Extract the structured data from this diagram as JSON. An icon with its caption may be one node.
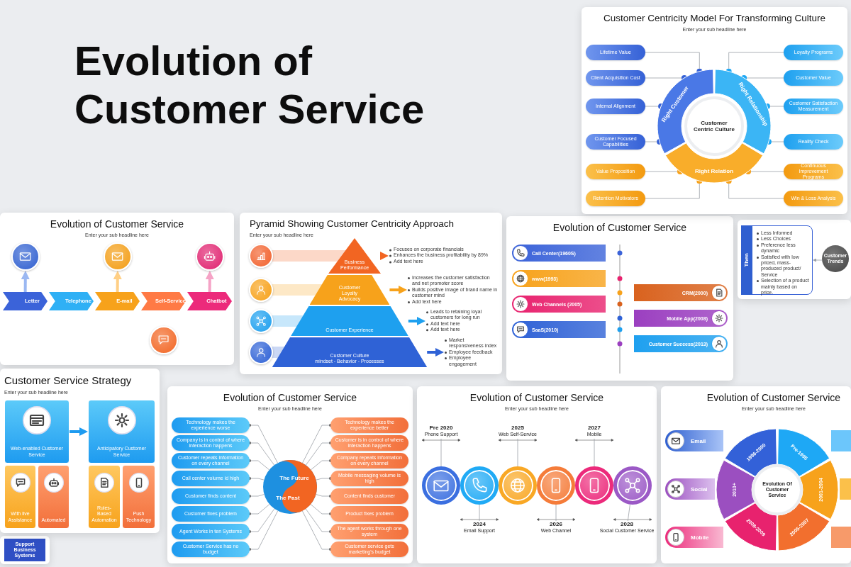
{
  "diagram": {
    "title": "Evolution of Customer Service",
    "nodes": [
      {
        "text": [
          "Evolution of Customer Service",
          "Enter your sub headline here"
        ]
      },
      {
        "text": [
          "Letter"
        ],
        "in": 0
      },
      {
        "text": [
          "Telephone"
        ],
        "in": 0
      },
      {
        "text": [
          "E-mail"
        ],
        "in": 0
      },
      {
        "text": [
          "Self-Service"
        ],
        "in": 0
      },
      {
        "text": [
          "Chatbot"
        ],
        "in": 0
      },
      {
        "text": [],
        "shape": "circle",
        "in": 0
      },
      {
        "text": [],
        "shape": "circle",
        "in": 0
      },
      {
        "text": [],
        "shape": "circle",
        "in": 0
      },
      {
        "text": [],
        "shape": "circle",
        "in": 0
      },
      {
        "text": [
          "Customer Service Strategy",
          "Enter your sub headline here"
        ]
      },
      {
        "text": [
          "Web-enabled Customer Service"
        ],
        "in": 10
      },
      {
        "text": [
          "With live Assistance"
        ],
        "in": 10
      },
      {
        "text": [
          "Automated"
        ],
        "in": 10
      },
      {
        "text": [
          "Anticipatory Customer Service"
        ],
        "in": 10
      },
      {
        "text": [
          "Rules-Based Automation"
        ],
        "in": 10
      },
      {
        "text": [
          "Push Technology"
        ],
        "in": 10
      },
      {
        "text": [],
        "shape": "box"
      },
      {
        "text": [
          "Support Business Systems"
        ],
        "in": 17
      },
      {
        "text": [
          "Pyramid Showing Customer Centricity Approach",
          "Enter your sub headline here"
        ]
      },
      {
        "text": [],
        "shape": "circle",
        "in": 19
      },
      {
        "text": [],
        "shape": "circle",
        "in": 19
      },
      {
        "text": [],
        "shape": "circle",
        "in": 19
      },
      {
        "text": [],
        "shape": "circle",
        "in": 19
      },
      {
        "text": [
          "Business Performance"
        ],
        "in": 19
      },
      {
        "text": [
          "Customer Loyalty Advocacy"
        ],
        "in": 19
      },
      {
        "text": [
          "Customer Experience"
        ],
        "in": 19
      },
      {
        "text": [
          "Customer Culture",
          "mindset - Behavior - Processes"
        ],
        "in": 19
      },
      {
        "text": [
          "Focuses on corporate financials",
          "Enhances the business profitability by 89%",
          "Add text here"
        ],
        "in": 19
      },
      {
        "text": [
          "Increases the customer satisfaction and net promoter score",
          "Builds positive image of brand name in customer mind",
          "Add text here"
        ],
        "in": 19
      },
      {
        "text": [
          "Leads to retaining loyal customers for long run",
          "Add text here",
          "Add text here"
        ],
        "in": 19
      },
      {
        "text": [
          "Market responsiveness index",
          "Employee feedback",
          "Employee engagement"
        ],
        "in": 19
      },
      {
        "text": [
          "Evolution of Customer Service"
        ]
      },
      {
        "text": [
          "Call Center(1960S)"
        ],
        "in": 32
      },
      {
        "text": [
          "www(1993)"
        ],
        "in": 32
      },
      {
        "text": [
          "Web Channels (2005)"
        ],
        "in": 32
      },
      {
        "text": [
          "SaaS(2010)"
        ],
        "in": 32
      },
      {
        "text": [
          "CRM(2000)"
        ],
        "in": 32
      },
      {
        "text": [
          "Mobile App(2008)"
        ],
        "in": 32
      },
      {
        "text": [
          "Customer Success(2013)"
        ],
        "in": 32
      },
      {
        "text": [],
        "shape": "box"
      },
      {
        "text": [
          "Then",
          "Less Informed",
          "Less Choices",
          "Preference less dynamic",
          "Satisfied with low priced, mass-produced product/ Service",
          "Selection of a product mainly based on price."
        ],
        "in": 40
      },
      {
        "text": [
          "Customer Trends"
        ],
        "in": 40
      },
      {
        "text": [
          "Customer Centricity Model For Transforming Culture",
          "Enter your sub headline here"
        ]
      },
      {
        "text": [
          "Lifetime Value"
        ],
        "in": 43
      },
      {
        "text": [
          "Client Acquisition Cost"
        ],
        "in": 43
      },
      {
        "text": [
          "Internal Alignment"
        ],
        "in": 43
      },
      {
        "text": [
          "Customer Focused Capabilities"
        ],
        "in": 43
      },
      {
        "text": [
          "Value Proposition"
        ],
        "in": 43
      },
      {
        "text": [
          "Retention Motivators"
        ],
        "in": 43
      },
      {
        "text": [
          "Right Customer"
        ],
        "in": 43
      },
      {
        "text": [
          "Right Relationship"
        ],
        "in": 43
      },
      {
        "text": [
          "Right Relation"
        ],
        "in": 43
      },
      {
        "text": [
          "Customer Centric Culture"
        ],
        "in": 43
      },
      {
        "text": [
          "Loyalty Programs"
        ],
        "in": 43
      },
      {
        "text": [
          "Customer Value"
        ],
        "in": 43
      },
      {
        "text": [
          "Customer Satisfaction Measurement"
        ],
        "in": 43
      },
      {
        "text": [
          "Reality Check"
        ],
        "in": 43
      },
      {
        "text": [
          "Continuous Improvement Programs"
        ],
        "in": 43
      },
      {
        "text": [
          "Win & Loss Analysis"
        ],
        "in": 43
      },
      {
        "text": [
          "Evolution of Customer Service",
          "Enter your sub headline here"
        ]
      },
      {
        "text": [
          "Technology makes the experience worse"
        ],
        "in": 60
      },
      {
        "text": [
          "Company is in control of where interaction happens"
        ],
        "in": 60
      },
      {
        "text": [
          "Customer repeats information on every channel"
        ],
        "in": 60
      },
      {
        "text": [
          "Call center volume id high"
        ],
        "in": 60
      },
      {
        "text": [
          "Customer finds content"
        ],
        "in": 60
      },
      {
        "text": [
          "Customer fixes problem"
        ],
        "in": 60
      },
      {
        "text": [
          "Agent Works in ten Systems"
        ],
        "in": 60
      },
      {
        "text": [
          "Customer Service has no budget"
        ],
        "in": 60
      },
      {
        "text": [
          "The Future",
          "The Past"
        ],
        "in": 60
      },
      {
        "text": [
          "Technology makes the experience better"
        ],
        "in": 60
      },
      {
        "text": [
          "Customer is in control of where interaction happens"
        ],
        "in": 60
      },
      {
        "text": [
          "Company repeats information on every channel"
        ],
        "in": 60
      },
      {
        "text": [
          "Mobile messaging volume is high"
        ],
        "in": 60
      },
      {
        "text": [
          "Content finds customer"
        ],
        "in": 60
      },
      {
        "text": [
          "Product fixes problem"
        ],
        "in": 60
      },
      {
        "text": [
          "The agent works through one system"
        ],
        "in": 60
      },
      {
        "text": [
          "Customer service gets marketing's budget"
        ],
        "in": 60
      },
      {
        "text": [
          "Evolution of Customer Service",
          "Enter your sub headline here"
        ]
      },
      {
        "text": [],
        "shape": "circle",
        "in": 78
      },
      {
        "text": [],
        "shape": "circle",
        "in": 78
      },
      {
        "text": [],
        "shape": "circle",
        "in": 78
      },
      {
        "text": [],
        "shape": "circle",
        "in": 78
      },
      {
        "text": [],
        "shape": "circle",
        "in": 78
      },
      {
        "text": [],
        "shape": "circle",
        "in": 78
      },
      {
        "text": [
          "Pre 2020",
          "Phone Support"
        ],
        "in": 78
      },
      {
        "text": [
          "2024",
          "Email Support"
        ],
        "in": 78
      },
      {
        "text": [
          "2025",
          "Web Self-Service"
        ],
        "in": 78
      },
      {
        "text": [
          "2026",
          "Web Channel"
        ],
        "in": 78
      },
      {
        "text": [
          "2027",
          "Mobile"
        ],
        "in": 78
      },
      {
        "text": [
          "2028",
          "Social Customer Service"
        ],
        "in": 78
      },
      {
        "text": [
          "Evolution of Customer Service",
          "Enter your sub headline here"
        ]
      },
      {
        "text": [
          "Email"
        ],
        "in": 91
      },
      {
        "text": [
          "Social"
        ],
        "in": 91
      },
      {
        "text": [
          "Mobile"
        ],
        "in": 91
      },
      {
        "text": [
          "1996-2000"
        ],
        "in": 91
      },
      {
        "text": [
          "Pre-1995"
        ],
        "in": 91
      },
      {
        "text": [
          "2001-2004"
        ],
        "in": 91
      },
      {
        "text": [
          "2005-2007"
        ],
        "in": 91
      },
      {
        "text": [
          "2008-2009"
        ],
        "in": 91
      },
      {
        "text": [
          "2010+"
        ],
        "in": 91
      },
      {
        "text": [
          "Evolution Of Customer Service"
        ],
        "in": 91
      }
    ],
    "edges": [
      {
        "from": 1,
        "to": 6,
        "arrow": "to",
        "style": "thick",
        "color": "#9bb8f2"
      },
      {
        "from": 3,
        "to": 7,
        "arrow": "to",
        "style": "thick",
        "color": "#ffcf85"
      },
      {
        "from": 5,
        "to": 8,
        "arrow": "to",
        "style": "thick",
        "color": "#f5a3c6"
      },
      {
        "from": 11,
        "to": 14,
        "arrow": "to",
        "style": "thick",
        "color": "#1e9bf0"
      },
      {
        "from": 24,
        "to": 28,
        "arrow": "to",
        "style": "thick",
        "color": "#f26522"
      },
      {
        "from": 25,
        "to": 29,
        "arrow": "to",
        "style": "thick",
        "color": "#f7a21b"
      },
      {
        "from": 26,
        "to": 30,
        "arrow": "to",
        "style": "thick",
        "color": "#1ea0ef"
      },
      {
        "from": 27,
        "to": 31,
        "arrow": "to",
        "style": "thick",
        "color": "#2f62d6"
      },
      {
        "from": 42,
        "to": 41,
        "arrow": "to"
      },
      {
        "from": 44,
        "to": 50,
        "arrow": "other"
      },
      {
        "from": 45,
        "to": 50,
        "arrow": "other"
      },
      {
        "from": 46,
        "to": 50,
        "arrow": "other"
      },
      {
        "from": 47,
        "to": 50,
        "arrow": "other"
      },
      {
        "from": 48,
        "to": 52,
        "arrow": "other"
      },
      {
        "from": 49,
        "to": 52,
        "arrow": "other"
      },
      {
        "from": 54,
        "to": 51,
        "arrow": "other"
      },
      {
        "from": 55,
        "to": 51,
        "arrow": "other"
      },
      {
        "from": 56,
        "to": 51,
        "arrow": "other"
      },
      {
        "from": 57,
        "to": 51,
        "arrow": "other"
      },
      {
        "from": 58,
        "to": 52,
        "arrow": "other"
      },
      {
        "from": 59,
        "to": 52,
        "arrow": "other"
      },
      {
        "from": 69,
        "to": 61,
        "arrow": "other"
      },
      {
        "from": 69,
        "to": 62,
        "arrow": "other"
      },
      {
        "from": 69,
        "to": 63,
        "arrow": "other"
      },
      {
        "from": 69,
        "to": 64,
        "arrow": "other"
      },
      {
        "from": 69,
        "to": 65,
        "arrow": "other"
      },
      {
        "from": 69,
        "to": 66,
        "arrow": "other"
      },
      {
        "from": 69,
        "to": 67,
        "arrow": "other"
      },
      {
        "from": 69,
        "to": 68,
        "arrow": "other"
      },
      {
        "from": 69,
        "to": 70,
        "arrow": "other"
      },
      {
        "from": 69,
        "to": 71,
        "arrow": "other"
      },
      {
        "from": 69,
        "to": 72,
        "arrow": "other"
      },
      {
        "from": 69,
        "to": 73,
        "arrow": "other"
      },
      {
        "from": 69,
        "to": 74,
        "arrow": "other"
      },
      {
        "from": 69,
        "to": 75,
        "arrow": "other"
      },
      {
        "from": 69,
        "to": 76,
        "arrow": "other"
      },
      {
        "from": 69,
        "to": 77,
        "arrow": "other"
      },
      {
        "from": 85,
        "to": 79,
        "arrow": "none"
      },
      {
        "from": 86,
        "to": 80,
        "arrow": "none"
      },
      {
        "from": 87,
        "to": 81,
        "arrow": "none"
      },
      {
        "from": 88,
        "to": 82,
        "arrow": "none"
      },
      {
        "from": 89,
        "to": 83,
        "arrow": "none"
      },
      {
        "from": 90,
        "to": 84,
        "arrow": "none"
      }
    ]
  }
}
